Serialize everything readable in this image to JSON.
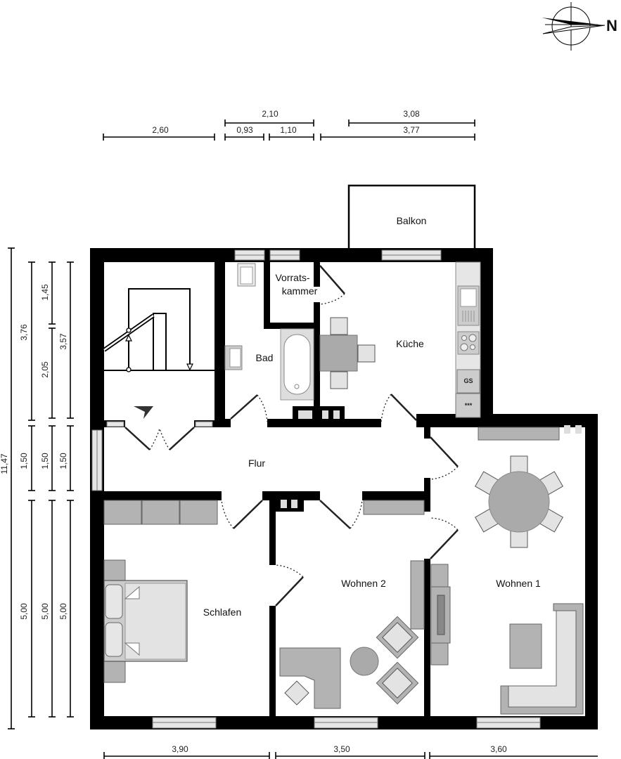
{
  "compass": {
    "icon": "north-arrow-icon",
    "label": "N"
  },
  "rooms": {
    "balkon": "Balkon",
    "vorratskammer_line1": "Vorrats-",
    "vorratskammer_line2": "kammer",
    "kueche": "Küche",
    "bad": "Bad",
    "flur": "Flur",
    "schlafen": "Schlafen",
    "wohnen2": "Wohnen 2",
    "wohnen1": "Wohnen 1"
  },
  "appliances": {
    "dishwasher": "GS",
    "oven": "***"
  },
  "dimensions": {
    "top_row1": [
      "2,10",
      "3,08"
    ],
    "top_row2": [
      "2,60",
      "0,93",
      "1,10",
      "3,77"
    ],
    "left_col1": [
      "11,47"
    ],
    "left_col2": [
      "3,76",
      "1,50",
      "5,00"
    ],
    "left_col3": [
      "1,45",
      "2,05",
      "1,50",
      "5,00"
    ],
    "left_col4": [
      "3,57",
      "1,50",
      "5,00"
    ],
    "bottom": [
      "3,90",
      "3,50",
      "3,60"
    ]
  },
  "colors": {
    "wall": "#000000",
    "furniture": "#b3b3b3",
    "furniture_light": "#e3e3e3",
    "window": "#e6e6e6",
    "background": "#ffffff"
  }
}
